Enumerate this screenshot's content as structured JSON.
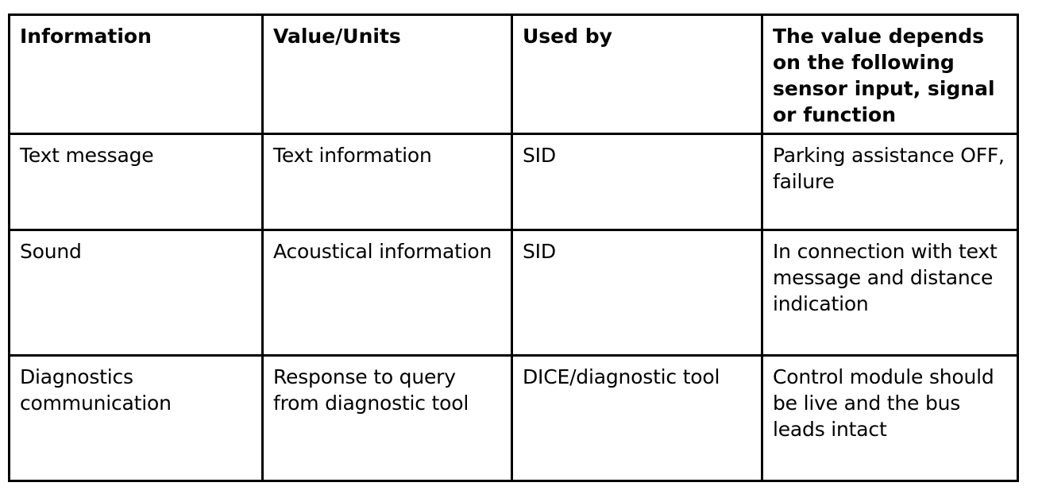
{
  "table": {
    "columns": [
      {
        "key": "information",
        "header": "Information"
      },
      {
        "key": "value_units",
        "header": "Value/Units"
      },
      {
        "key": "used_by",
        "header": "Used by"
      },
      {
        "key": "depends_on",
        "header": "The value depends on the following sensor input, signal or function"
      }
    ],
    "rows": [
      {
        "information": "Text message",
        "value_units": "Text information",
        "used_by": "SID",
        "depends_on": "Parking assistance OFF, failure"
      },
      {
        "information": "Sound",
        "value_units": "Acoustical information",
        "used_by": "SID",
        "depends_on": "In connection with text message and distance indication"
      },
      {
        "information": "Diagnostics communication",
        "value_units": "Response to query from diagnostic tool",
        "used_by": "DICE/diagnostic tool",
        "depends_on": "Control module should be live and the bus leads intact"
      }
    ]
  },
  "style": {
    "border_color": "#000000",
    "text_color": "#000000",
    "background_color": "#ffffff"
  }
}
